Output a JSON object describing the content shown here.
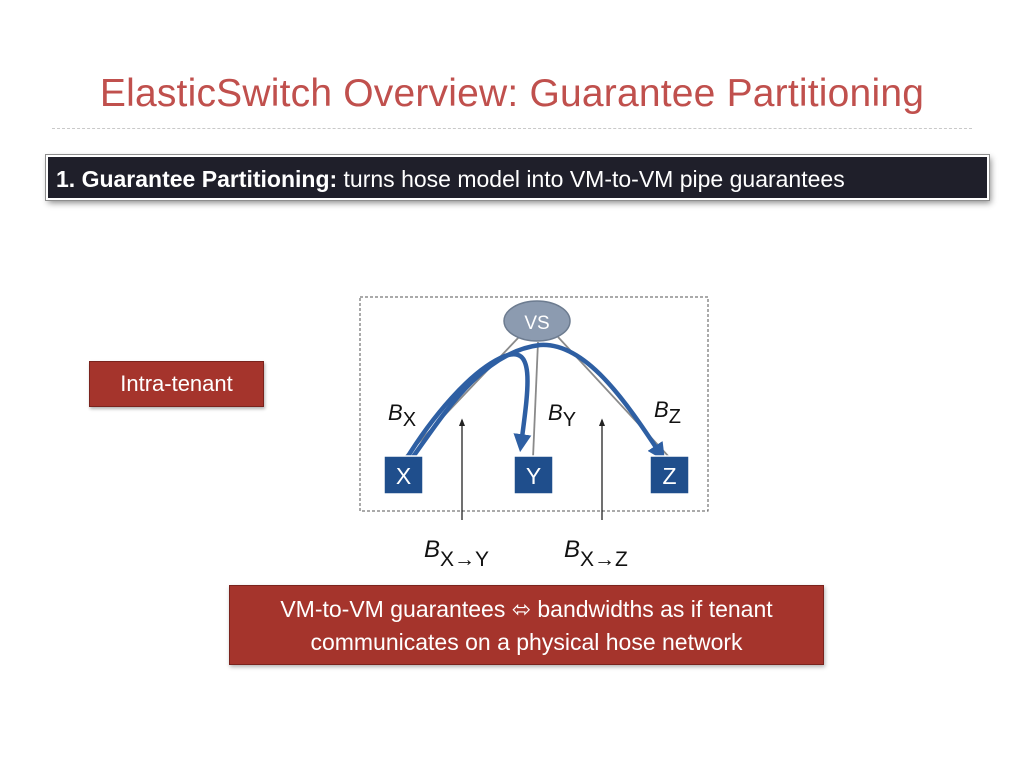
{
  "slide": {
    "title": "ElasticSwitch Overview: Guarantee Partitioning"
  },
  "banner": {
    "bold_text": "1. Guarantee Partitioning:",
    "text": " turns hose model into VM-to-VM pipe guarantees"
  },
  "tag": {
    "label": "Intra-tenant"
  },
  "diagram": {
    "switch_label": "VS",
    "vms": [
      "X",
      "Y",
      "Z"
    ],
    "hose_labels": {
      "bx": {
        "main": "B",
        "sub": "X"
      },
      "by": {
        "main": "B",
        "sub": "Y"
      },
      "bz": {
        "main": "B",
        "sub": "Z"
      }
    },
    "pipe_labels": {
      "bxy": {
        "main": "B",
        "sub": "X→Y"
      },
      "bxz": {
        "main": "B",
        "sub": "X→Z"
      }
    }
  },
  "note": {
    "line1": "VM-to-VM guarantees ⬄ bandwidths as if tenant",
    "line2": "communicates on a physical hose network"
  },
  "colors": {
    "title": "#c0504d",
    "banner_bg": "#1f1f2a",
    "accent_red": "#a5342c",
    "vm_blue": "#1f4e8c",
    "arrow_blue": "#2e5fa3",
    "switch_gray": "#8c9bb0"
  }
}
